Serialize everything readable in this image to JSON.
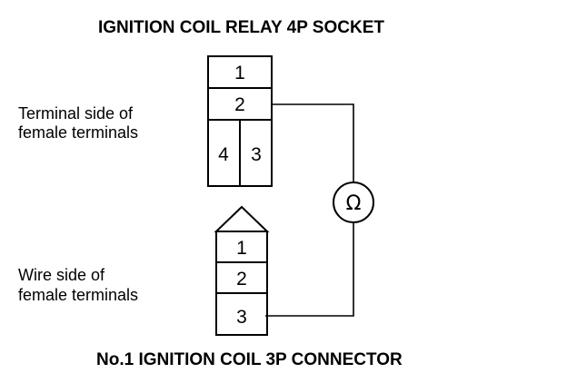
{
  "relay_socket": {
    "title": "IGNITION COIL RELAY 4P SOCKET",
    "side_label_line1": "Terminal side of",
    "side_label_line2": "female terminals",
    "terminals": [
      "1",
      "2",
      "4",
      "3"
    ]
  },
  "coil_connector": {
    "title": "No.1 IGNITION COIL 3P CONNECTOR",
    "side_label_line1": "Wire side of",
    "side_label_line2": "female terminals",
    "terminals": [
      "1",
      "2",
      "3"
    ]
  },
  "meter": {
    "symbol": "Ω"
  }
}
